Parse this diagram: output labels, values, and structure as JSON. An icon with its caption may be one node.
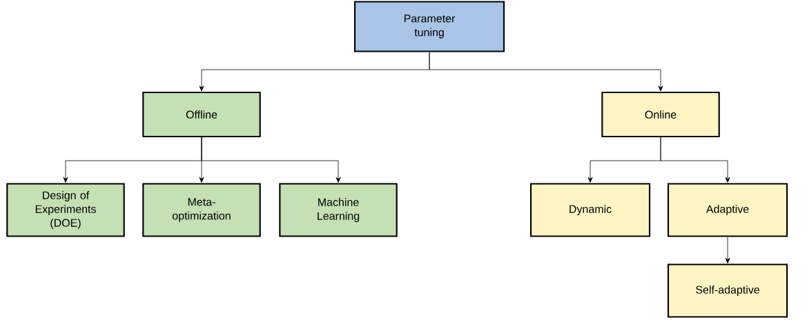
{
  "diagram": {
    "nodes": [
      {
        "text": [
          "Parameter tuning"
        ]
      },
      {
        "text": [
          "Offline"
        ]
      },
      {
        "text": [
          "Online"
        ]
      },
      {
        "text": [
          "Design of Experiments (DOE)"
        ]
      },
      {
        "text": [
          "Meta-optimization"
        ]
      },
      {
        "text": [
          "Machine Learning"
        ]
      },
      {
        "text": [
          "Dynamic"
        ]
      },
      {
        "text": [
          "Adaptive"
        ]
      },
      {
        "text": [
          "Self-adaptive"
        ]
      }
    ],
    "edges": [
      {
        "from": 0,
        "to": 1,
        "arrow": "to"
      },
      {
        "from": 0,
        "to": 2,
        "arrow": "to"
      },
      {
        "from": 1,
        "to": 3,
        "arrow": "to"
      },
      {
        "from": 1,
        "to": 4,
        "arrow": "to"
      },
      {
        "from": 1,
        "to": 5,
        "arrow": "to"
      },
      {
        "from": 2,
        "to": 6,
        "arrow": "to"
      },
      {
        "from": 2,
        "to": 7,
        "arrow": "to"
      },
      {
        "from": 7,
        "to": 8,
        "arrow": "to"
      }
    ]
  }
}
